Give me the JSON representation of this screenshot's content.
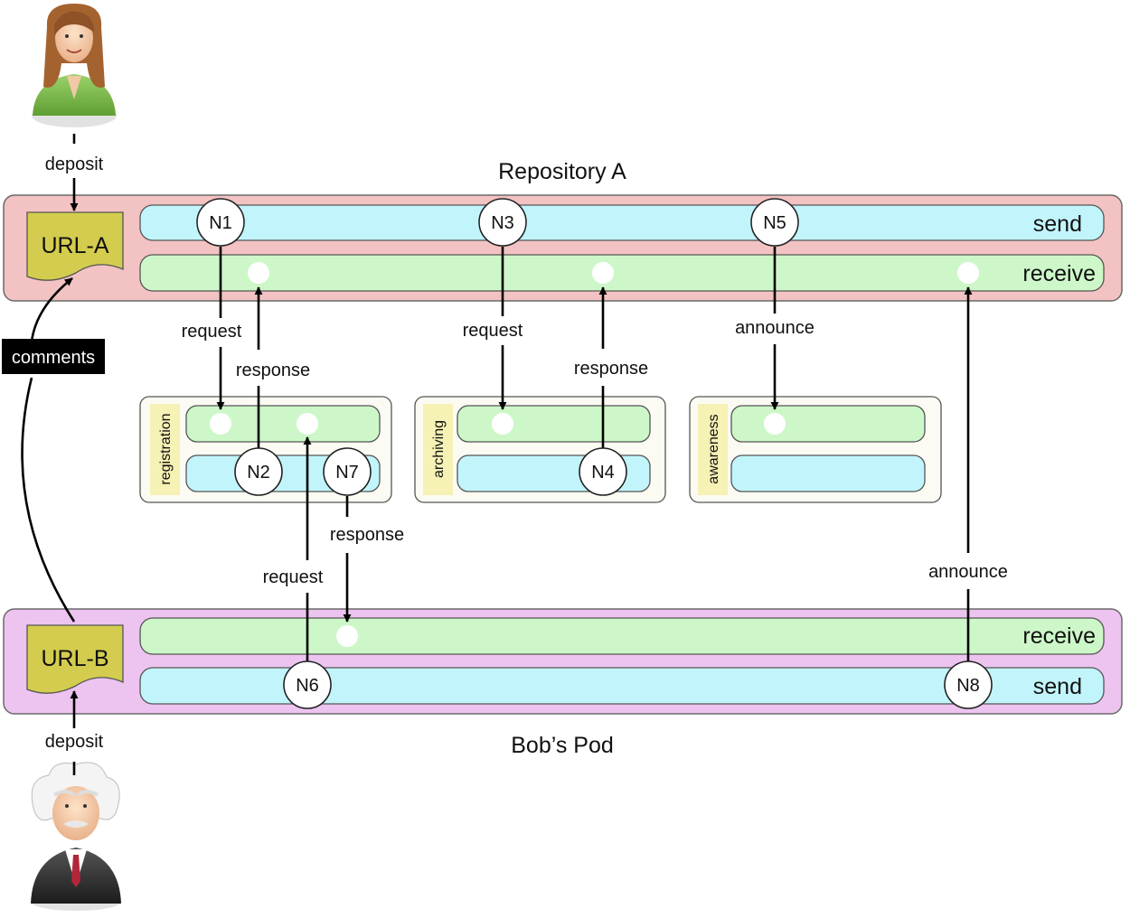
{
  "title_top": "Repository A",
  "title_bottom": "Bob’s Pod",
  "repo": {
    "doc_label": "URL-A",
    "send_label": "send",
    "receive_label": "receive"
  },
  "pod": {
    "doc_label": "URL-B",
    "send_label": "send",
    "receive_label": "receive"
  },
  "deposit_top": "deposit",
  "deposit_bottom": "deposit",
  "comments_label": "comments",
  "services": {
    "registration": "registration",
    "archiving": "archiving",
    "awareness": "awareness"
  },
  "nodes": {
    "n1": "N1",
    "n2": "N2",
    "n3": "N3",
    "n4": "N4",
    "n5": "N5",
    "n6": "N6",
    "n7": "N7",
    "n8": "N8"
  },
  "edges": {
    "request_1": "request",
    "response_1": "response",
    "request_2": "request",
    "response_2": "response",
    "announce_1": "announce",
    "response_3": "response",
    "request_3": "request",
    "announce_2": "announce"
  },
  "colors": {
    "repo_bg": "#f3c2c2",
    "pod_bg": "#ecc4ef",
    "send_lane": "#c2f5fb",
    "receive_lane": "#cdf7c8",
    "doc_fill": "#d4cc4e",
    "service_label_bg": "#f6f1b5",
    "service_box_bg": "#fbfbf3",
    "comments_bg": "#000000"
  }
}
